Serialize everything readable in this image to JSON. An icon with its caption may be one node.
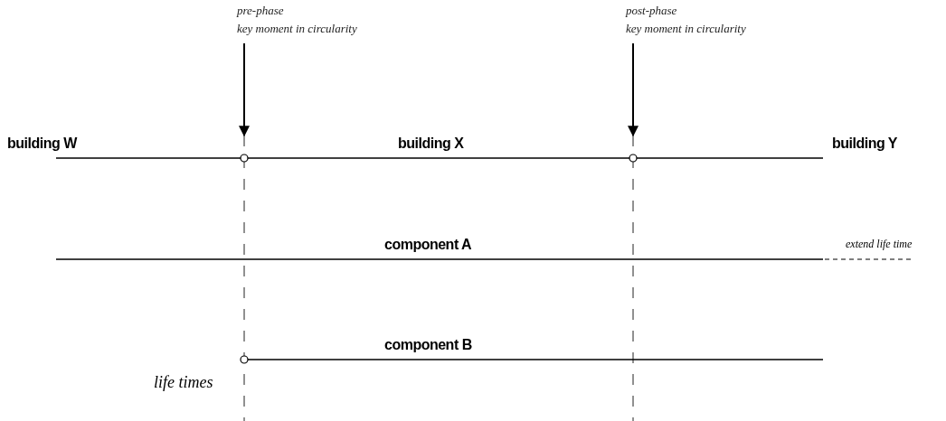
{
  "diagram": {
    "nodes": [
      {
        "text": [
          "pre-phase",
          "key moment in circularity"
        ]
      },
      {
        "text": [
          "post-phase",
          "key moment in circularity"
        ]
      }
    ],
    "edges": [
      {
        "from": 0,
        "to": null,
        "arrow": "to"
      },
      {
        "from": 1,
        "to": null,
        "arrow": "to"
      }
    ],
    "labels": [
      "building W",
      "building X",
      "building Y",
      "component A",
      "extend life time",
      "component B",
      "life times"
    ]
  }
}
